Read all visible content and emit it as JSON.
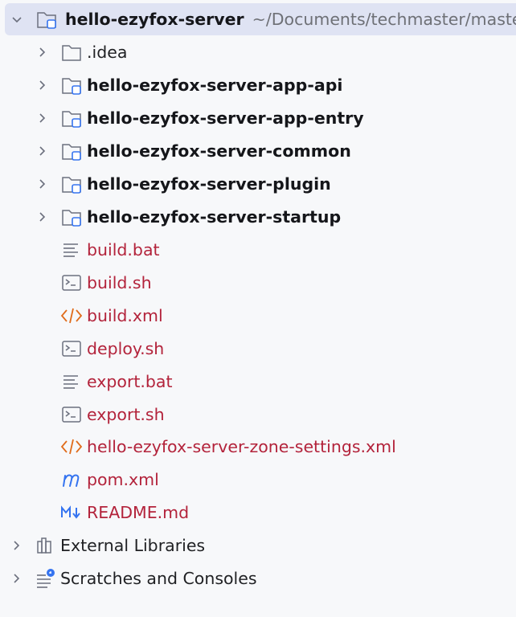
{
  "root": {
    "name": "hello-ezyfox-server",
    "path": "~/Documents/techmaster/master",
    "expanded": true,
    "icon": "module-folder-icon"
  },
  "children": [
    {
      "name": ".idea",
      "type": "folder",
      "icon": "folder-icon",
      "chevron": "chevron-right-icon"
    },
    {
      "name": "hello-ezyfox-server-app-api",
      "type": "module",
      "icon": "module-folder-icon",
      "chevron": "chevron-right-icon"
    },
    {
      "name": "hello-ezyfox-server-app-entry",
      "type": "module",
      "icon": "module-folder-icon",
      "chevron": "chevron-right-icon"
    },
    {
      "name": "hello-ezyfox-server-common",
      "type": "module",
      "icon": "module-folder-icon",
      "chevron": "chevron-right-icon"
    },
    {
      "name": "hello-ezyfox-server-plugin",
      "type": "module",
      "icon": "module-folder-icon",
      "chevron": "chevron-right-icon"
    },
    {
      "name": "hello-ezyfox-server-startup",
      "type": "module",
      "icon": "module-folder-icon",
      "chevron": "chevron-right-icon"
    },
    {
      "name": "build.bat",
      "type": "file",
      "icon": "text-file-icon"
    },
    {
      "name": "build.sh",
      "type": "file",
      "icon": "shell-script-icon"
    },
    {
      "name": "build.xml",
      "type": "file",
      "icon": "xml-file-icon"
    },
    {
      "name": "deploy.sh",
      "type": "file",
      "icon": "shell-script-icon"
    },
    {
      "name": "export.bat",
      "type": "file",
      "icon": "text-file-icon"
    },
    {
      "name": "export.sh",
      "type": "file",
      "icon": "shell-script-icon"
    },
    {
      "name": "hello-ezyfox-server-zone-settings.xml",
      "type": "file",
      "icon": "xml-file-icon"
    },
    {
      "name": "pom.xml",
      "type": "file",
      "icon": "maven-pom-icon"
    },
    {
      "name": "README.md",
      "type": "file",
      "icon": "markdown-icon"
    }
  ],
  "top_level": [
    {
      "name": "External Libraries",
      "icon": "libraries-icon",
      "chevron": "chevron-right-icon"
    },
    {
      "name": "Scratches and Consoles",
      "icon": "scratches-icon",
      "chevron": "chevron-right-icon"
    }
  ],
  "colors": {
    "background": "#f7f8fa",
    "selected_row": "#dfe3f3",
    "module_badge": "#3574f0",
    "modified_file_text": "#b3233b",
    "xml_icon": "#e06c1b",
    "maven_icon": "#3574f0",
    "path_text": "#6e7076"
  }
}
